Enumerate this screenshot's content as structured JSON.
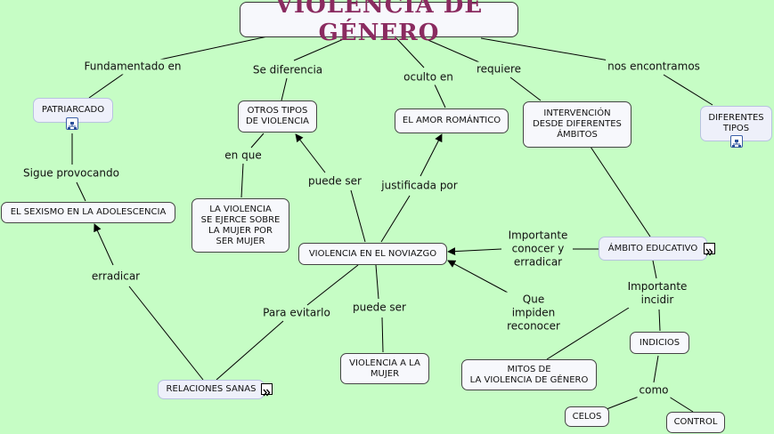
{
  "title": "VIOLENCIA DE GÉNERO",
  "nodes": {
    "patriarcado": "PATRIARCADO",
    "otros_tipos": "OTROS TIPOS\nDE VIOLENCIA",
    "amor_romantico": "EL AMOR ROMÁNTICO",
    "intervencion": "INTERVENCIÓN\nDESDE DIFERENTES\nÁMBITOS",
    "diferentes_tipos": "DIFERENTES\nTIPOS",
    "sexismo": "EL SEXISMO EN LA ADOLESCENCIA",
    "la_violencia_se_ejerce": "LA VIOLENCIA\nSE EJERCE SOBRE\nLA MUJER POR\nSER MUJER",
    "violencia_noviazgo": "VIOLENCIA EN EL NOVIAZGO",
    "ambito_educativo": "ÁMBITO EDUCATIVO",
    "indicios": "INDICIOS",
    "violencia_mujer": "VIOLENCIA A LA\nMUJER",
    "mitos": "MITOS DE\nLA VIOLENCIA DE GÉNERO",
    "relaciones_sanas": "RELACIONES SANAS",
    "celos": "CELOS",
    "control": "CONTROL"
  },
  "links": {
    "fundamentado_en": "Fundamentado en",
    "se_diferencia": "Se diferencia",
    "oculto_en": "oculto en",
    "requiere": "requiere",
    "nos_encontramos": "nos encontramos",
    "sigue_provocando": "Sigue provocando",
    "en_que": "en que",
    "puede_ser_1": "puede ser",
    "justificada_por": "justificada por",
    "importante_conocer": "Importante\nconocer y\nerradicar",
    "erradicar": "erradicar",
    "para_evitarlo": "Para evitarlo",
    "puede_ser_2": "puede ser",
    "que_impiden": "Que\nimpiden\nreconocer",
    "importante_incidir": "Importante\nincidir",
    "como": "como"
  },
  "icons": {
    "submap": "submap-icon",
    "expand": "double-chevron-right-icon"
  }
}
